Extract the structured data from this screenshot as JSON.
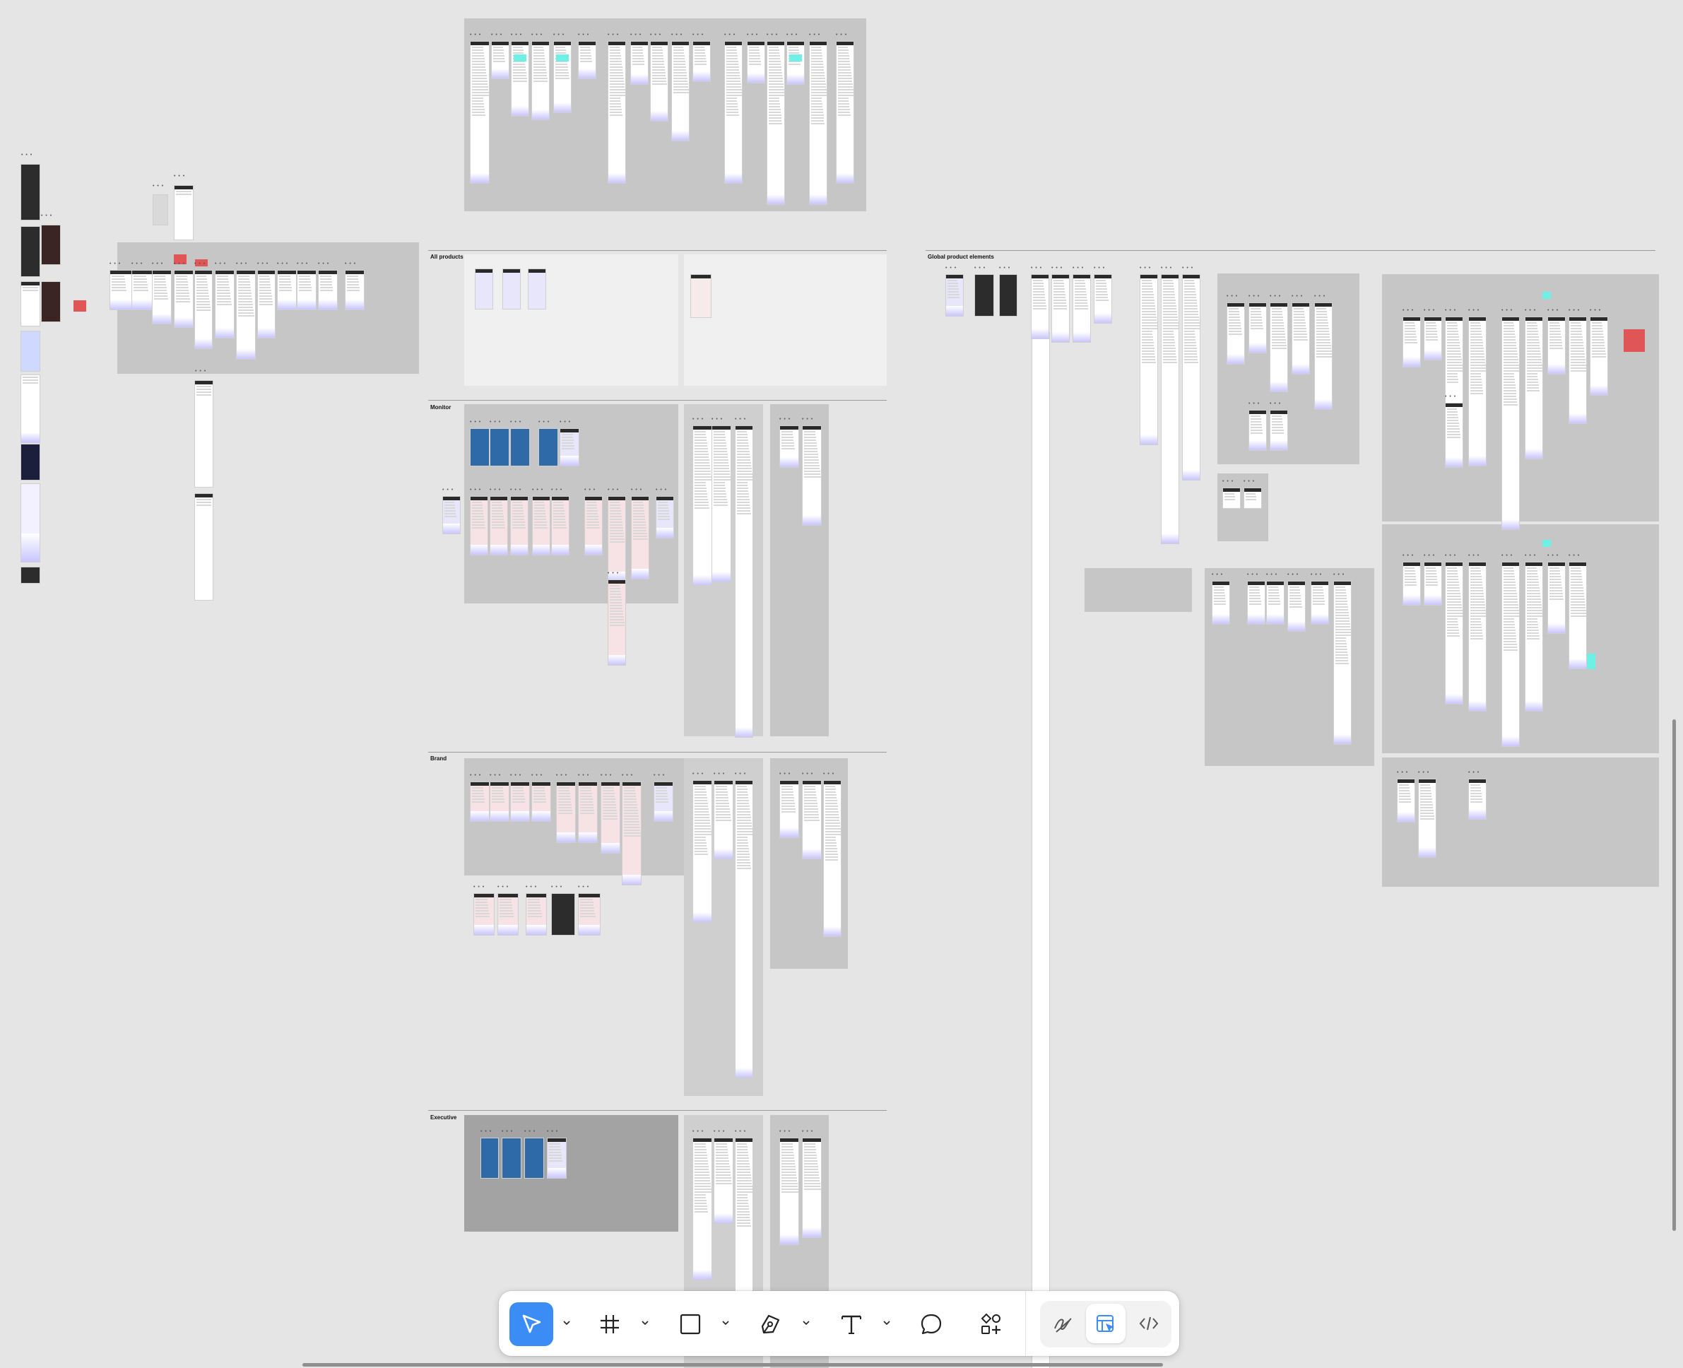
{
  "canvas": {
    "sections": [
      {
        "id": "all-products",
        "label": "All products"
      },
      {
        "id": "monitor",
        "label": "Monitor"
      },
      {
        "id": "brand",
        "label": "Brand"
      },
      {
        "id": "executive",
        "label": "Executive"
      },
      {
        "id": "global-product-elements",
        "label": "Global product elements"
      }
    ]
  },
  "toolbar": {
    "tools": [
      {
        "id": "move",
        "icon": "cursor-arrow-icon",
        "active": true
      },
      {
        "id": "frame",
        "icon": "frame-hash-icon"
      },
      {
        "id": "rectangle",
        "icon": "square-icon"
      },
      {
        "id": "pen",
        "icon": "pen-nib-icon"
      },
      {
        "id": "text",
        "icon": "text-t-icon"
      },
      {
        "id": "comment",
        "icon": "speech-bubble-icon"
      },
      {
        "id": "actions",
        "icon": "shapes-plus-icon"
      }
    ],
    "modes": [
      {
        "id": "draw",
        "icon": "draw-squiggle-icon"
      },
      {
        "id": "design",
        "icon": "design-layout-cursor-icon",
        "active": true
      },
      {
        "id": "dev",
        "icon": "code-brackets-icon"
      }
    ],
    "colors": {
      "accent": "#3b8cf5",
      "mode_active_bg": "#e8eef9"
    }
  }
}
